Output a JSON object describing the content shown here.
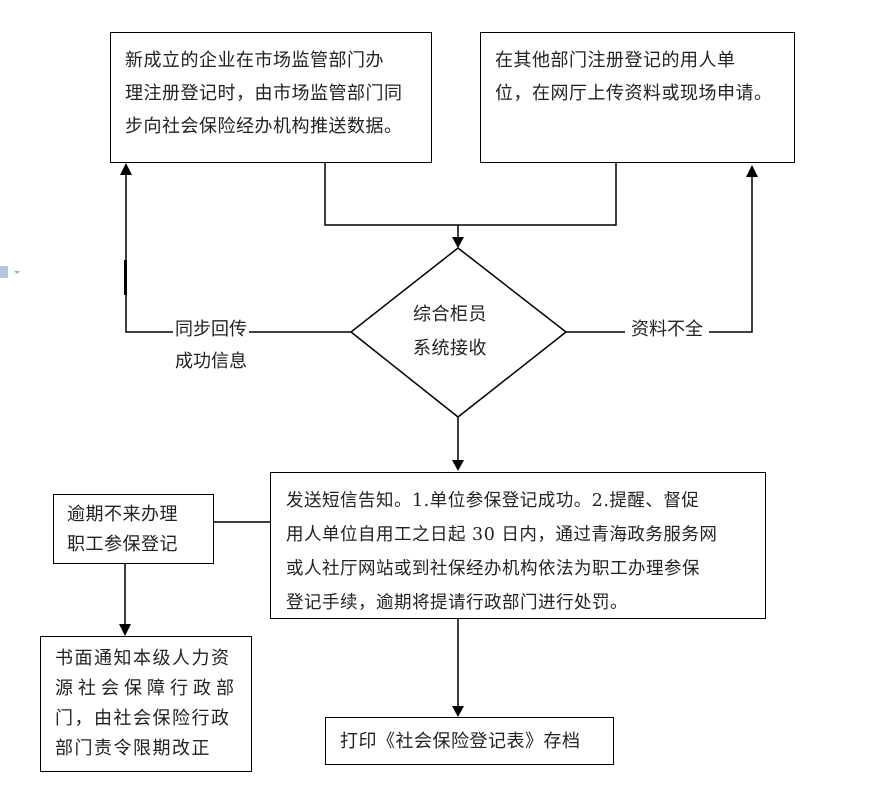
{
  "flowchart": {
    "nodes": {
      "market_registration": {
        "lines": [
          "新成立的企业在市场监管部门办",
          "理注册登记时，由市场监管部门同",
          "步向社会保险经办机构推送数据。"
        ]
      },
      "other_registration": {
        "lines": [
          "在其他部门注册登记的用人单",
          "位，在网厅上传资料或现场申请。"
        ]
      },
      "counter_receive": {
        "lines": [
          "综合柜员",
          "系统接收"
        ]
      },
      "sms_notice": {
        "lines": [
          "发送短信告知。1.单位参保登记成功。2.提醒、督促",
          "用人单位自用工之日起 30 日内，通过青海政务服务网",
          "或人社厅网站或到社保经办机构依法为职工办理参保",
          "登记手续，逾期将提请行政部门进行处罚。"
        ]
      },
      "overdue": {
        "lines": [
          "逾期不来办理",
          "职工参保登记"
        ]
      },
      "written_notice": {
        "lines": [
          "书面通知本级人力资",
          "源社会保障行政部",
          "门，由社会保险行政",
          "部门责令限期改正"
        ]
      },
      "print_archive": {
        "lines": [
          "打印《社会保险登记表》存档"
        ]
      }
    },
    "edge_labels": {
      "sync_back": [
        "同步回传",
        "成功信息"
      ],
      "incomplete": "资料不全"
    }
  },
  "margin": {
    "icon": "paste-options-icon"
  }
}
